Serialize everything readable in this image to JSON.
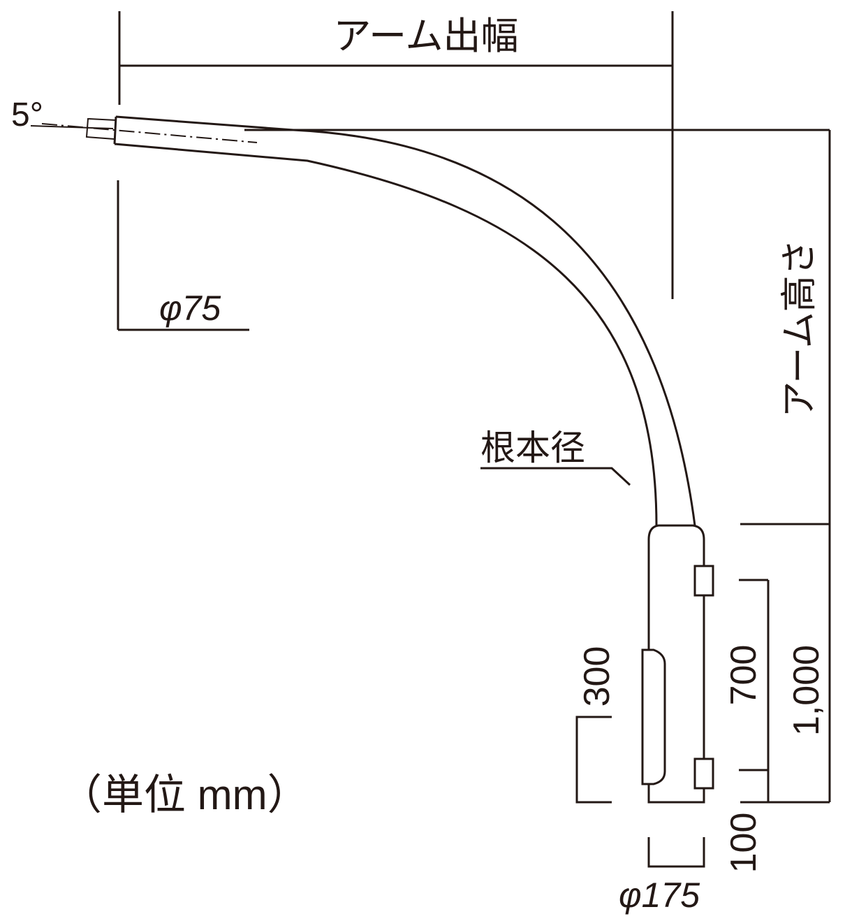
{
  "labels": {
    "arm_width": "アーム出幅",
    "arm_height": "アーム高さ",
    "angle": "5°",
    "tip_diameter": "φ75",
    "root_diameter": "根本径",
    "base_diameter": "φ175",
    "dim_300": "300",
    "dim_700": "700",
    "dim_1000": "1,000",
    "dim_100": "100",
    "unit": "（単位 mm）"
  },
  "colors": {
    "ink": "#231815",
    "background": "#ffffff"
  }
}
